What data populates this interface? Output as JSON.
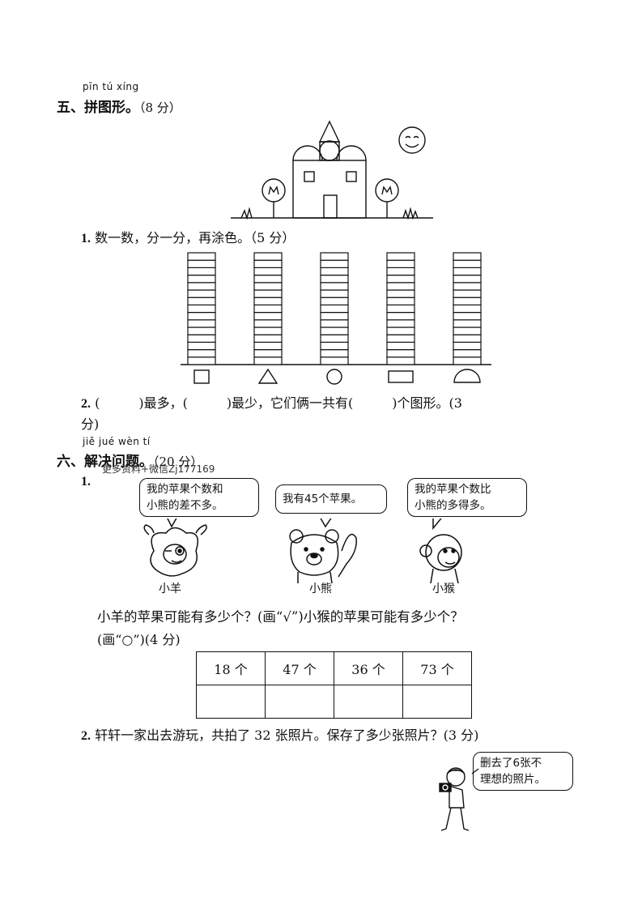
{
  "section5": {
    "pinyin": "pīn tú xíng",
    "title": "五、拼图形。",
    "score": "（8 分）"
  },
  "q1": {
    "num": "1.",
    "text": " 数一数，分一分，再涂色。（5 分）",
    "columns_blocks": [
      15,
      15,
      15,
      15,
      15
    ],
    "shapes": [
      "rectangle",
      "triangle",
      "circle",
      "wide-rectangle",
      "semicircle"
    ]
  },
  "q2": {
    "num": "2.",
    "text": " (　　　)最多，(　　　)最少，它们俩一共有(　　　)个图形。(3",
    "text2": "分)"
  },
  "section6": {
    "pinyin": "jiě jué wèn tí",
    "title": "六、解决问题。",
    "score": "（20 分）",
    "watermark": "更多资料+微信Zj177169"
  },
  "p1": {
    "num": "1.",
    "bubble_sheep": [
      "我的苹果个数和",
      "小熊的差不多。"
    ],
    "bubble_bear": "我有45个苹果。",
    "bubble_monkey": [
      "我的苹果个数比",
      "小熊的多得多。"
    ],
    "label_sheep": "小羊",
    "label_bear": "小熊",
    "label_monkey": "小猴",
    "question_line1": "小羊的苹果可能有多少个？(画“√”)小猴的苹果可能有多少个？",
    "question_line2": "(画“○”)(4 分)",
    "options": [
      "18 个",
      "47 个",
      "36 个",
      "73 个"
    ]
  },
  "p2": {
    "num": "2.",
    "text": " 轩轩一家出去游玩，共拍了 32 张照片。保存了多少张照片？(3 分)",
    "bubble": [
      "删去了6张不",
      "理想的照片。"
    ]
  }
}
